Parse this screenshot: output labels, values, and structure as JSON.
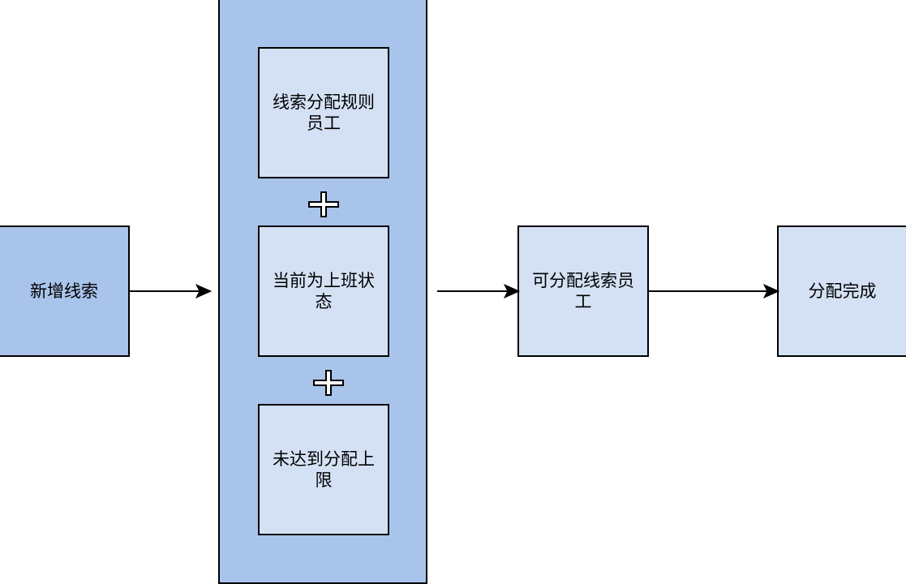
{
  "colors": {
    "start_fill": "#a9c4eb",
    "container_fill": "#a9c4eb",
    "box_fill": "#d4e1f5",
    "stroke": "#000000"
  },
  "nodes": {
    "new_lead": "新增线索",
    "rule_staff": "线索分配规则员工",
    "on_duty": "当前为上班状态",
    "under_limit": "未达到分配上限",
    "assignable": "可分配线索员工",
    "done": "分配完成"
  },
  "icons": {
    "combine": "plus-icon"
  }
}
